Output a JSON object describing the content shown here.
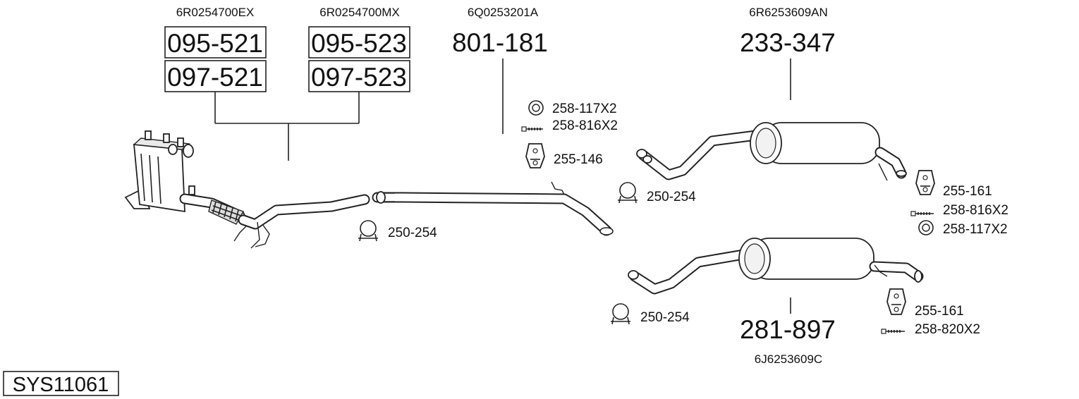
{
  "diagram": {
    "system_code": "SYS11061",
    "oem_numbers": {
      "cat_ex": "6R0254700EX",
      "cat_mx": "6R0254700MX",
      "middle": "6Q0253201A",
      "rear_a": "6R6253609AN",
      "rear_b": "6J6253609C"
    },
    "parts": {
      "p095_521": "095-521",
      "p095_523": "095-523",
      "p097_521": "097-521",
      "p097_523": "097-523",
      "p801_181": "801-181",
      "p233_347": "233-347",
      "p281_897": "281-897"
    },
    "accessories": {
      "a258_117x2_top": "258-117X2",
      "a258_816x2_top": "258-816X2",
      "a255_146": "255-146",
      "a250_254_front": "250-254",
      "a250_254_mid": "250-254",
      "a250_254_low": "250-254",
      "a255_161_top": "255-161",
      "a258_816x2_right": "258-816X2",
      "a258_117x2_right": "258-117X2",
      "a255_161_low": "255-161",
      "a258_820x2": "258-820X2"
    }
  }
}
